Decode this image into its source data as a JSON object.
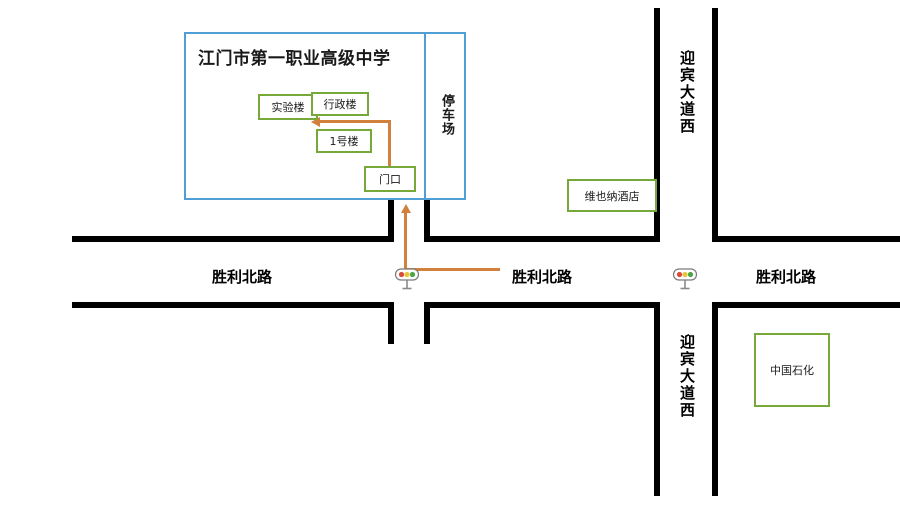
{
  "map": {
    "title": "江门市第一职业高级中学",
    "campus": {
      "name": "江门市第一职业高级中学",
      "buildings": [
        {
          "id": "lab-building",
          "label": "实验楼"
        },
        {
          "id": "admin-building",
          "label": "行政楼"
        },
        {
          "id": "building-1",
          "label": "1号楼"
        },
        {
          "id": "gate",
          "label": "门口"
        }
      ],
      "parking_label": "停车场"
    },
    "pois": [
      {
        "id": "vienna-hotel",
        "label": "维也纳酒店"
      },
      {
        "id": "sinopec",
        "label": "中国石化"
      }
    ],
    "road_labels": {
      "horizontal": [
        {
          "id": "shengli-north-road-west",
          "label": "胜利北路"
        },
        {
          "id": "shengli-north-road-center",
          "label": "胜利北路"
        },
        {
          "id": "shengli-north-road-east",
          "label": "胜利北路"
        }
      ],
      "vertical": [
        {
          "id": "yingbin-avenue-west-north",
          "label": "迎宾大道西"
        },
        {
          "id": "yingbin-avenue-west-south",
          "label": "迎宾大道西"
        }
      ]
    },
    "traffic_lights": [
      {
        "id": "traffic-light-west",
        "lights": [
          "#d94b3a",
          "#e8c63a",
          "#4aa544"
        ]
      },
      {
        "id": "traffic-light-east",
        "lights": [
          "#d94b3a",
          "#e8c63a",
          "#4aa544"
        ]
      }
    ],
    "route": {
      "id": "route-to-gate",
      "color": "#d2813c",
      "description": "门口 → 实验楼"
    },
    "colors": {
      "road": "#000000",
      "campus_outline": "#4f9ed4",
      "poi_border": "#76a939",
      "route": "#d2813c",
      "background": "#ffffff"
    }
  }
}
